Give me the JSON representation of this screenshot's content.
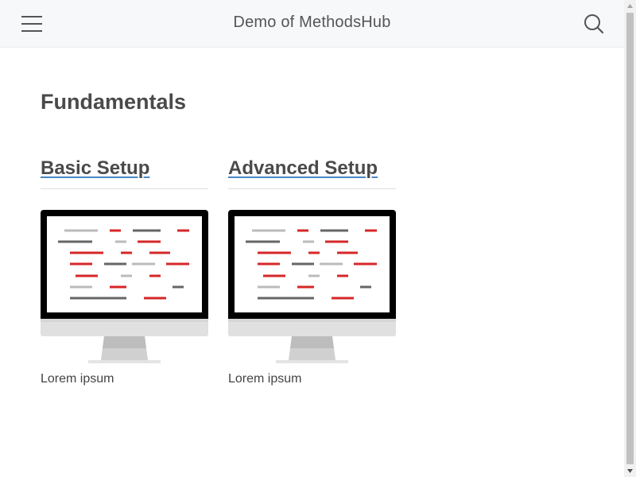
{
  "header": {
    "title": "Demo of MethodsHub",
    "menu_icon": "hamburger-menu-icon",
    "search_icon": "search-icon"
  },
  "section": {
    "title": "Fundamentals"
  },
  "cards": [
    {
      "title": "Basic Setup",
      "description": "Lorem ipsum",
      "image": "computer-monitor-illustration"
    },
    {
      "title": "Advanced Setup",
      "description": "Lorem ipsum",
      "image": "computer-monitor-illustration"
    }
  ],
  "colors": {
    "header_bg": "#f7f8fa",
    "link_underline": "#4a88c7",
    "code_red": "#d62728",
    "code_dark": "#666666",
    "code_light": "#bbbbbb"
  }
}
